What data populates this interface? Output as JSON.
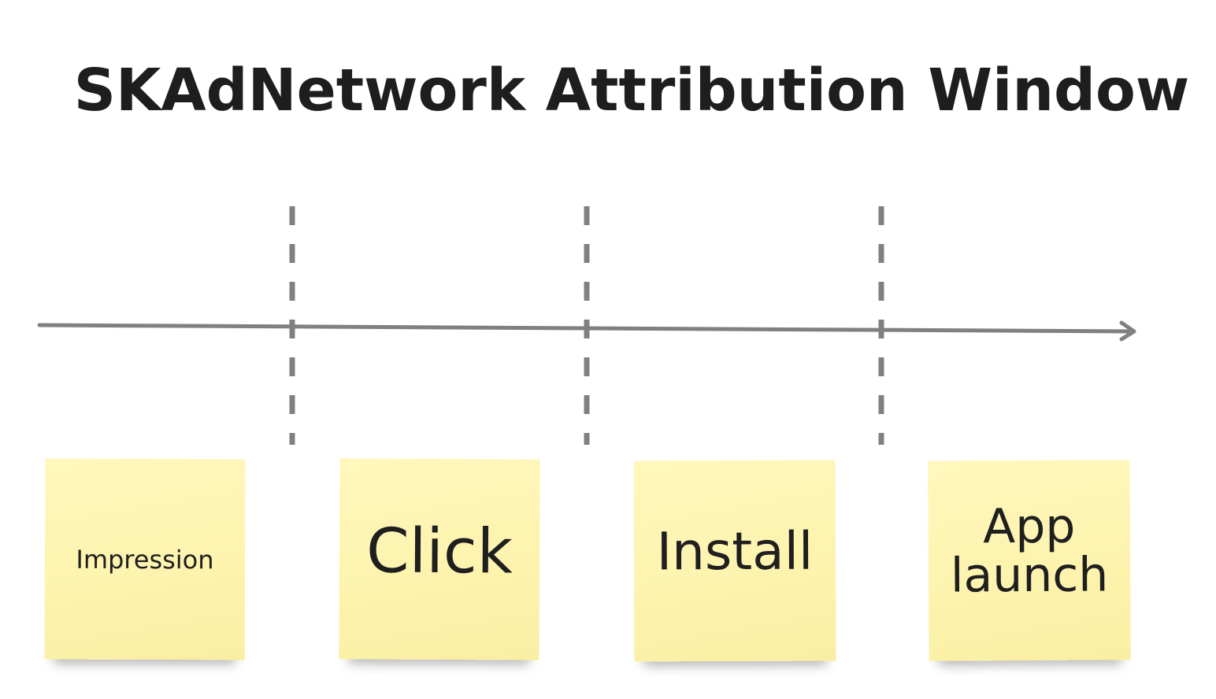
{
  "diagram": {
    "title": "SKAdNetwork Attribution Window",
    "notes": [
      {
        "label": "Impression"
      },
      {
        "label": "Click"
      },
      {
        "label": "Install"
      },
      {
        "label": "App launch"
      }
    ],
    "colors": {
      "note": "#fdf3ad",
      "line": "#808080",
      "text": "#1e1e1e"
    }
  }
}
